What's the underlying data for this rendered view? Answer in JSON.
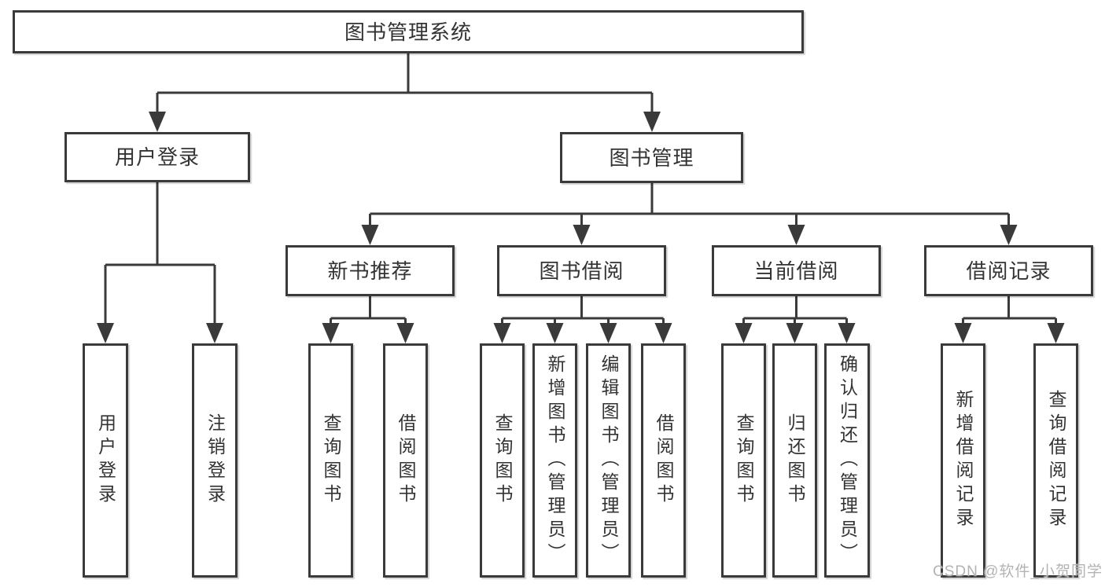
{
  "diagram_type": "tree",
  "colors": {
    "line": "#3a3a3a",
    "box_border": "#3a3a3a",
    "text": "#333333",
    "background": "#ffffff",
    "watermark_text": "#b3b3b3"
  },
  "tree": {
    "label": "图书管理系统",
    "children": [
      {
        "label": "用户登录",
        "children": [
          {
            "label": "用户登录"
          },
          {
            "label": "注销登录"
          }
        ]
      },
      {
        "label": "图书管理",
        "children": [
          {
            "label": "新书推荐",
            "children": [
              {
                "label": "查询图书"
              },
              {
                "label": "借阅图书"
              }
            ]
          },
          {
            "label": "图书借阅",
            "children": [
              {
                "label": "查询图书"
              },
              {
                "label": "新增图书（管理员）"
              },
              {
                "label": "编辑图书（管理员）"
              },
              {
                "label": "借阅图书"
              }
            ]
          },
          {
            "label": "当前借阅",
            "children": [
              {
                "label": "查询图书"
              },
              {
                "label": "归还图书"
              },
              {
                "label": "确认归还（管理员）"
              }
            ]
          },
          {
            "label": "借阅记录",
            "children": [
              {
                "label": "新增借阅记录"
              },
              {
                "label": "查询借阅记录"
              }
            ]
          }
        ]
      }
    ]
  },
  "watermark": "CSDN @软件_小贺同学"
}
